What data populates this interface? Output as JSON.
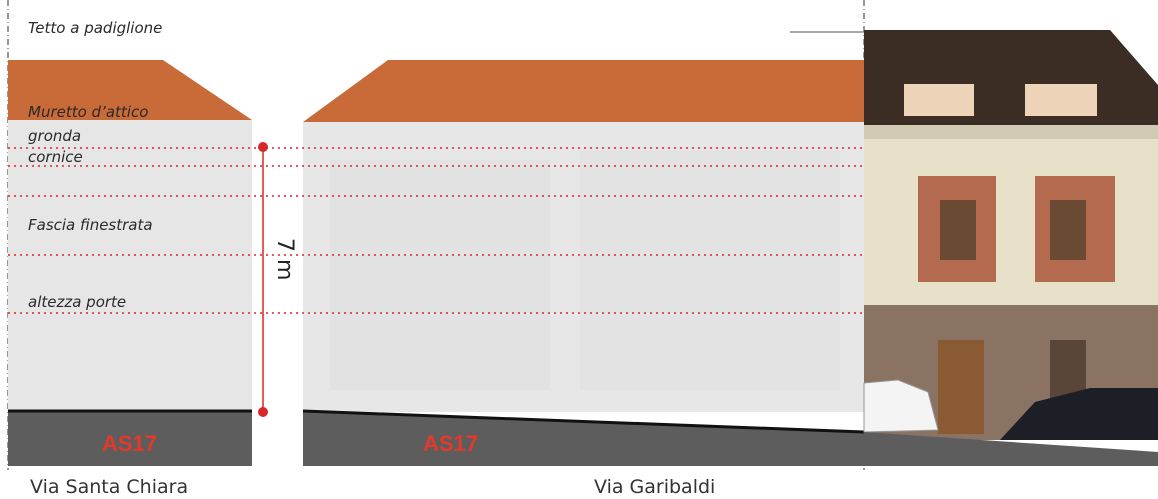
{
  "labels": {
    "tetto": "Tetto a padiglione",
    "muretto": "Muretto d’attico",
    "gronda": "gronda",
    "cornice": "cornice",
    "fascia": "Fascia finestrata",
    "altezza": "altezza porte"
  },
  "dimension": "7 m",
  "road_codes": {
    "left": "AS17",
    "right": "AS17"
  },
  "captions": {
    "left": "Via Santa Chiara",
    "right": "Via Garibaldi"
  },
  "colors": {
    "roof": "#c96a39",
    "wall": "#e6e6e6",
    "road": "#5d5d5d",
    "dim_line": "#d6272a",
    "code_text": "#e4392a"
  }
}
